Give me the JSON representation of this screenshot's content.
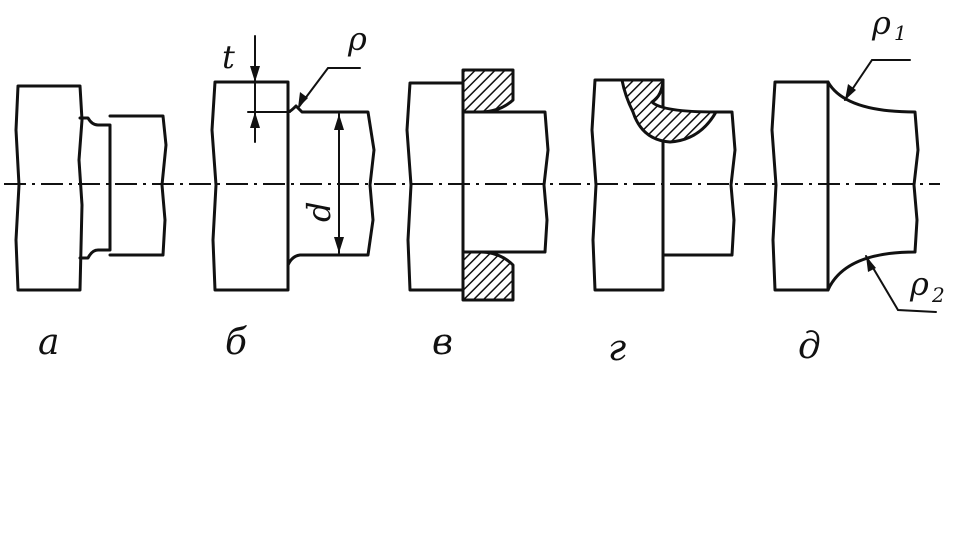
{
  "figure": {
    "panels": [
      {
        "id": "a",
        "caption": "а"
      },
      {
        "id": "b",
        "caption": "б",
        "labels": {
          "t": "t",
          "rho": "ρ",
          "d": "d"
        }
      },
      {
        "id": "v",
        "caption": "в"
      },
      {
        "id": "g",
        "caption": "г"
      },
      {
        "id": "d",
        "caption": "д",
        "labels": {
          "rho1": "ρ",
          "rho1_sub": "1",
          "rho2": "ρ",
          "rho2_sub": "2"
        }
      }
    ]
  }
}
